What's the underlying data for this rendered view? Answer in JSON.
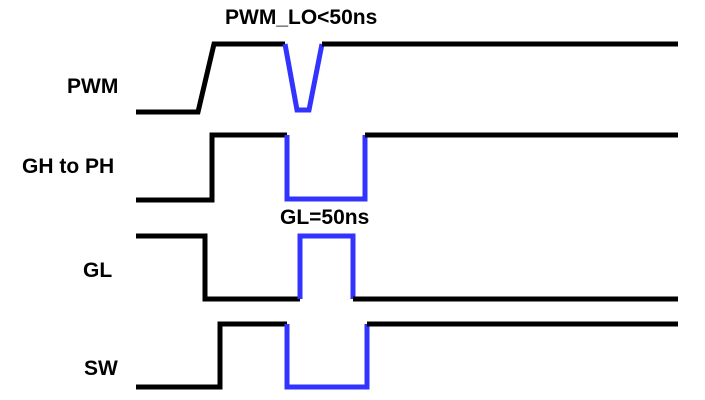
{
  "signals": [
    {
      "label": "PWM"
    },
    {
      "label": "GH to PH"
    },
    {
      "label": "GL"
    },
    {
      "label": "SW"
    }
  ],
  "annotations": {
    "pwm_glitch": "PWM_LO<50ns",
    "gl_pulse": "GL=50ns"
  },
  "colors": {
    "normal_trace": "#000000",
    "highlight_trace": "#3333ff",
    "background": "#ffffff"
  }
}
